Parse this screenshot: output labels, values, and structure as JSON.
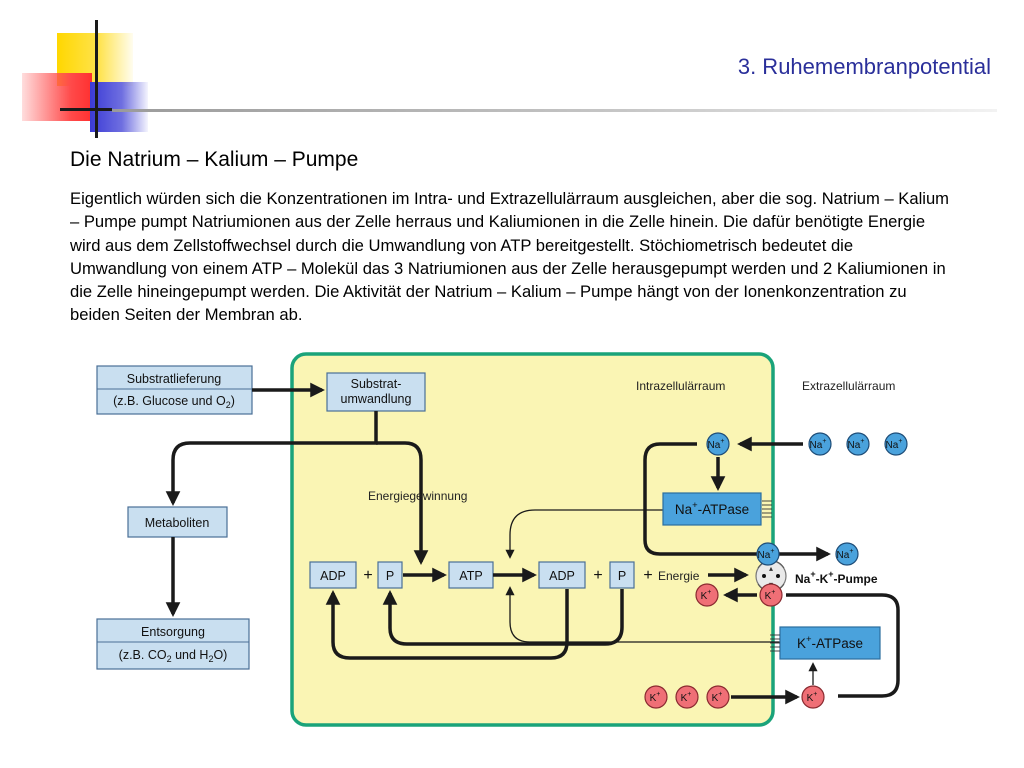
{
  "header": {
    "title": "3. Ruhemembranpotential"
  },
  "content": {
    "heading": "Die Natrium – Kalium – Pumpe",
    "paragraph": "Eigentlich würden sich die Konzentrationen im Intra- und Extrazellulärraum ausgleichen, aber die sog. Natrium – Kalium – Pumpe pumpt Natriumionen aus der Zelle herraus und Kaliumionen in die Zelle hinein. Die dafür benötigte Energie wird aus dem Zellstoffwechsel durch die Umwandlung von ATP bereitgestellt. Stöchiometrisch bedeutet die Umwandlung von einem ATP – Molekül das 3 Natriumionen aus der Zelle  herausgepumpt werden und 2 Kaliumionen in die Zelle hineingepumpt werden. Die Aktivität der Natrium – Kalium – Pumpe hängt von der Ionenkonzentration zu beiden Seiten der Membran ab."
  },
  "diagram": {
    "substratlieferung": {
      "title": "Substratlieferung",
      "detail_prefix": "(z.B. Glucose und O",
      "detail_sub": "2",
      "detail_suffix": ")"
    },
    "metaboliten": "Metaboliten",
    "entsorgung": {
      "title": "Entsorgung",
      "detail_prefix": "(z.B. CO",
      "detail_sub1": "2",
      "detail_mid": " und H",
      "detail_sub2": "2",
      "detail_suffix": "O)"
    },
    "substratumwandlung": {
      "line1": "Substrat-",
      "line2": "umwandlung"
    },
    "intrazellular_label": "Intrazellulärraum",
    "extrazellular_label": "Extrazellulärraum",
    "energiegewinnung": "Energiegewinnung",
    "adp": "ADP",
    "p": "P",
    "atp": "ATP",
    "plus": "+",
    "energie": "Energie",
    "na_atpase": {
      "ion": "Na",
      "charge": "+",
      "suffix": "-ATPase"
    },
    "k_atpase": {
      "ion": "K",
      "charge": "+",
      "suffix": "-ATPase"
    },
    "pump_label": {
      "na": "Na",
      "plus1": "+",
      "k": "-K",
      "plus2": "+",
      "suffix": "-Pumpe"
    },
    "ion_na": "Na",
    "ion_k": "K",
    "ion_charge": "+"
  },
  "colors": {
    "title": "#2a2f9a",
    "cell_fill": "#faf5b4",
    "cell_border": "#1aa37a",
    "box_fill": "#c9dff0",
    "box_border": "#4a6f96",
    "atpase_fill": "#4aa2dc",
    "na_ion": "#4aa2dc",
    "k_ion": "#ef6f76"
  }
}
